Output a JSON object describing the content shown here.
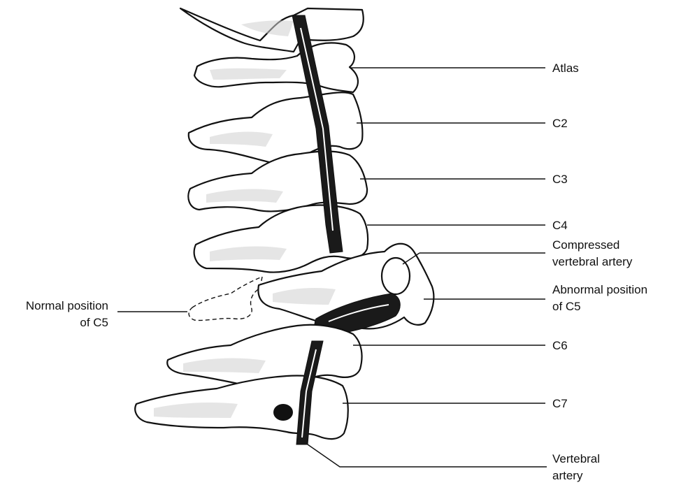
{
  "labels": {
    "atlas": "Atlas",
    "c2": "C2",
    "c3": "C3",
    "c4": "C4",
    "compressed_line1": "Compressed",
    "compressed_line2": "vertebral artery",
    "abnormal_line1": "Abnormal position",
    "abnormal_line2": "of C5",
    "normal_line1": "Normal position",
    "normal_line2": "of C5",
    "c6": "C6",
    "c7": "C7",
    "vertebral_line1": "Vertebral",
    "vertebral_line2": "artery"
  },
  "colors": {
    "ink": "#111111",
    "background": "#ffffff"
  }
}
